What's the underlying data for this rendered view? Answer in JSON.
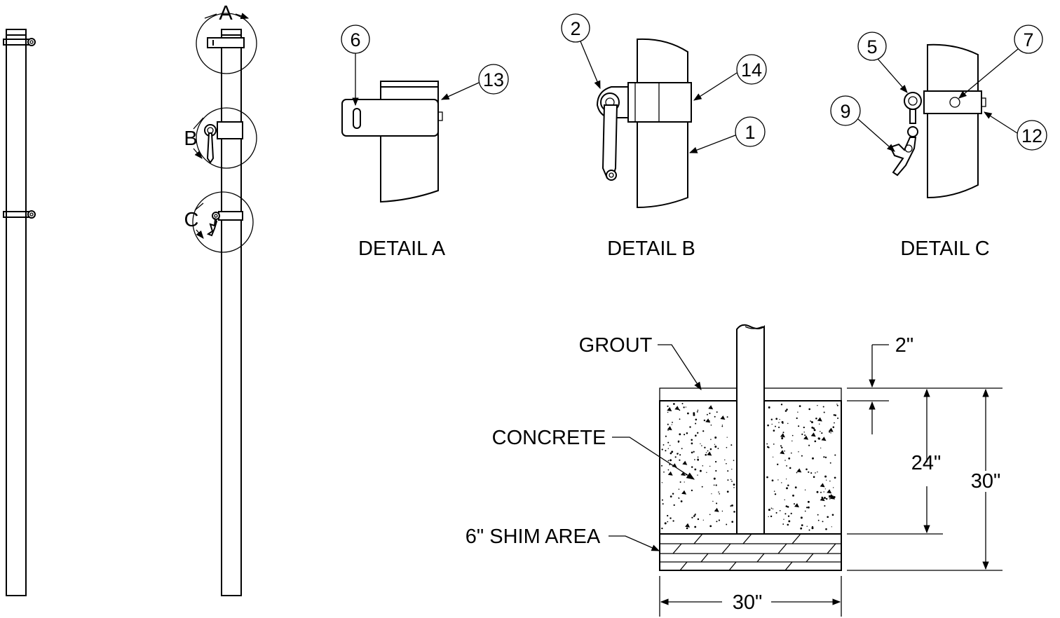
{
  "detail_labels": {
    "a": "DETAIL A",
    "b": "DETAIL B",
    "c": "DETAIL C"
  },
  "callout_letters": {
    "a": "A",
    "b": "B",
    "c": "C"
  },
  "balloons": {
    "b1": "1",
    "b2": "2",
    "b5": "5",
    "b6": "6",
    "b7": "7",
    "b9": "9",
    "b12": "12",
    "b13": "13",
    "b14": "14"
  },
  "footing": {
    "grout": "GROUT",
    "concrete": "CONCRETE",
    "shim": "6\" SHIM AREA",
    "dim_grout": "2\"",
    "dim_depth": "24\"",
    "dim_total": "30\"",
    "dim_width": "30\""
  },
  "colors": {
    "line": "#000000",
    "background": "#ffffff"
  }
}
